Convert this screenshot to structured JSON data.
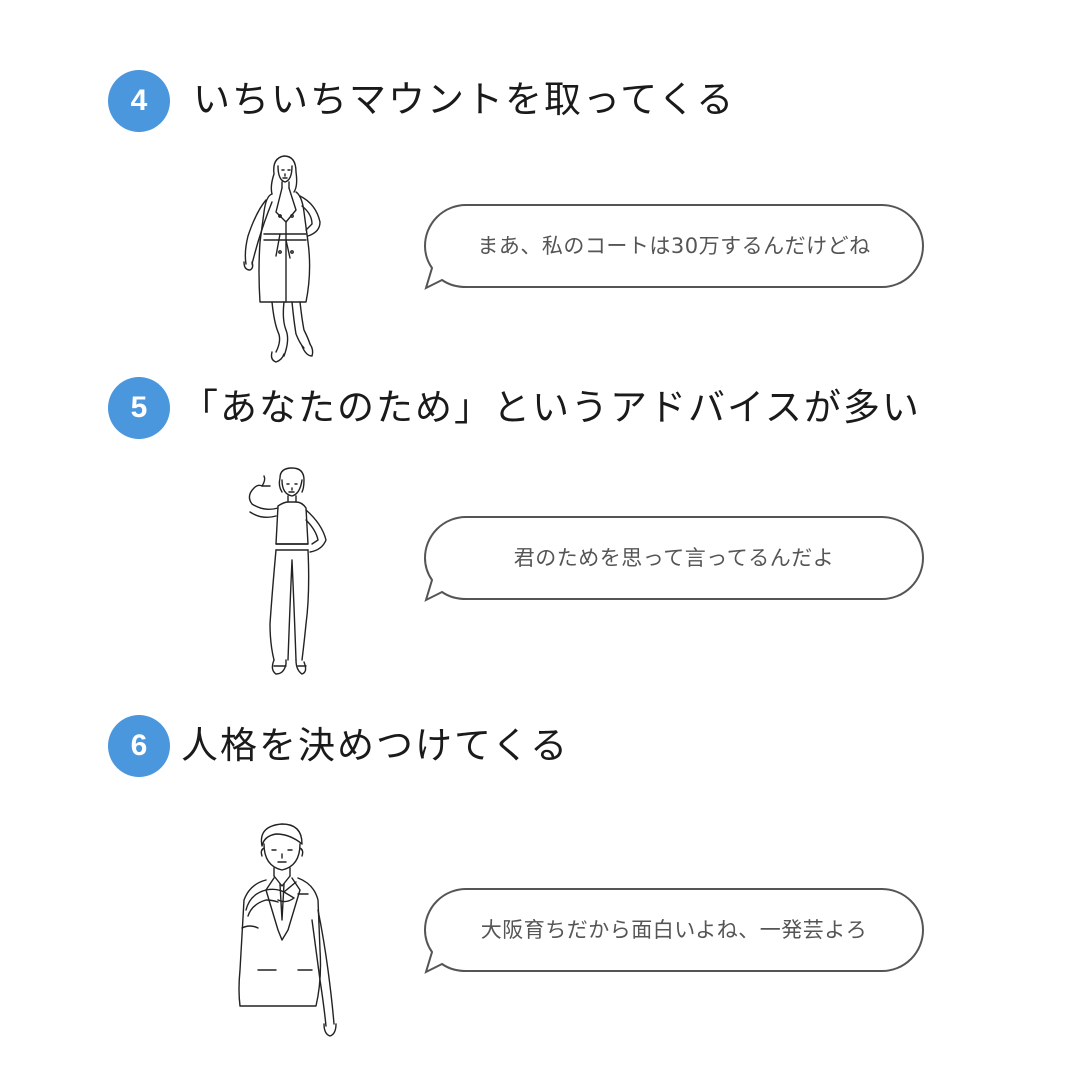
{
  "items": [
    {
      "number": "4",
      "title": "いちいちマウントを取ってくる",
      "quote": "まあ、私のコートは30万するんだけどね",
      "figure_icon": "woman-trench-coat-illustration"
    },
    {
      "number": "5",
      "title": "「あなたのため」というアドバイスが多い",
      "quote": "君のためを思って言ってるんだよ",
      "figure_icon": "woman-pointing-self-illustration"
    },
    {
      "number": "6",
      "title": "人格を決めつけてくる",
      "quote": "大阪育ちだから面白いよね、一発芸よろ",
      "figure_icon": "man-suit-pointing-illustration"
    }
  ],
  "colors": {
    "accent": "#4a97de",
    "bubble_border": "#555555",
    "bubble_text": "#555555",
    "heading_text": "#1a1a1a"
  }
}
